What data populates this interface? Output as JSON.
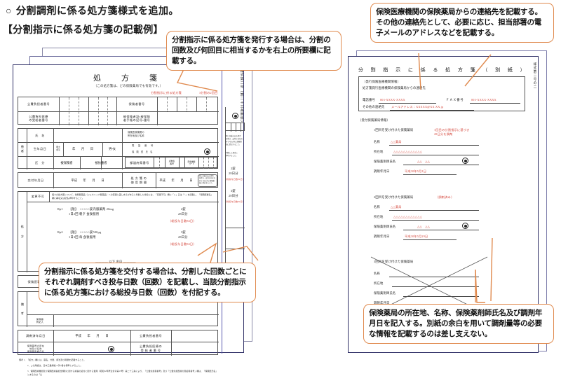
{
  "headings": {
    "line1_bullet": "○",
    "line1": "分割調剤に係る処方箋様式を追加。",
    "line2": "【分割指示に係る処方箋の記載例】"
  },
  "callouts": {
    "top_right": "保険医療機関の保険薬局からの連絡先を記載する。その他の連絡先として、必要に応じ、担当部署の電子メールのアドレスなどを記載する。",
    "top_left": "分割指示に係る処方箋を発行する場合は、分割の回数及び何回目に相当するかを右上の所要欄に記載する。",
    "bottom_left": "分割指示に係る処方箋を交付する場合は、分割した回数ごとにそれぞれ調剤すべき投与日数（回数）を記載し、当該分割指示に係る処方箋における総投与日数（回数）を付記する。",
    "bottom_right": "保険薬局の所在地、名称、保険薬剤師氏名及び調剤年月日を記入する。別紙の余白を用いて調剤量等の必要な情報を記載するのは差し支えない。"
  },
  "prescription": {
    "stack_title": "処　　方",
    "title": "処　方　箋",
    "subtitle": "（この処方箋は、どの保険薬局でも有効です。）",
    "side_label": "様式第二号（第二十三条関係）",
    "top_annotation_1": "分割指示に係る処方箋",
    "top_annotation_2": "3分割の2回目",
    "header_rows": [
      {
        "label": "公費負担者番号",
        "right_label": "保険者番号"
      },
      {
        "label": "公費負担医療\nの受給者番号",
        "right_label": "被保険者証・被保険\n者手帳の記号・番号"
      }
    ],
    "patient": {
      "group_label": "患\n者",
      "name_label": "氏　名",
      "birth_label": "生年月日",
      "birth_era": "明大\n昭平",
      "birth_fields": "年　　月　　日",
      "sex": "男・女",
      "class_label": "区　分",
      "class_a": "被保険者",
      "class_b": "被扶養者"
    },
    "institution": {
      "addr_label": "保険医療機関の\n所在地及び名称",
      "tel_label": "電　話　番　号",
      "doctor_label": "保 険 医 氏 名",
      "pref_label": "都道府県番号",
      "point_label": "点数表\n番号",
      "code_label": "医療機関\nコード"
    },
    "issue": {
      "issue_label": "交付年月日",
      "issue_value": "平成　　年　　月　　日",
      "valid_label": "処 方 箋 の\n使 用 期 間",
      "valid_value": "平成　　年　　月　　日",
      "valid_note": "特に記載のある場合\nを除き、交付の日を含\nめて4日以内に保険薬\n局に提出すること。"
    },
    "change_label": "変更不可",
    "change_note": "個々の処方薬について、後発医薬品（ジェネリック医薬品）への変更に差し支えがあると判断した場合には、「変更不可」欄に「レ」又は「×」を記載し、「保険医署名」欄に署名又は記名・押印すること。",
    "rx_group_label": "処\n\n方",
    "rx_items": [
      {
        "no": "Rp1",
        "tablet_mark": "【般】",
        "drug": "○○○○○錠内服薬剤 20mg",
        "dosing": "1日2回 朝夕 食後服用",
        "qty": "2錠",
        "days": "28日分",
        "total_note": "（総投与日数84日）"
      },
      {
        "no": "Rp2",
        "tablet_mark": "【般】",
        "drug": "○○○○○錠500μg",
        "dosing": "1日3回 毎 食後服用",
        "qty": "3錠",
        "days": "28日分",
        "total_note": "（総投与日数84日）"
      }
    ],
    "blank_marker": "―――― 以下 余白 ――――",
    "signature_label": "保険医署名",
    "signature_note": "「変更不可」欄に「レ」又は「×」を記載した\n場合は、署名又は記名・押印すること。",
    "remarks_label": "備\n\n考",
    "insurance_pharm_label": "保険薬\n局記入",
    "footer": {
      "dispensed_label": "調剤済年月日",
      "dispensed_value": "平成　　年　　月　　日",
      "pharmacy_label": "保険薬局の所在\n地及び名称\n保険薬剤師氏名",
      "public_label_1": "公費負担者番号",
      "public_label_2": "公費負担医療の\n受 給 者 番 号"
    },
    "notes": [
      "備考 1．「処方」欄には、薬名、分量、用法及び用量を記載すること。",
      "2．この用紙は、日本工業規格 A 列5番を標準とすること。",
      "3．保険医療機関及び保険医療養担当規則に関する療養の給付に関する費用（昭和32年厚生省令第15号）第二十三条により、「公費負担者番号」及び「公費負担医療の受給者番号」欄は、「保険医氏名」とあるのは「公"
    ],
    "right_margin": {
      "note_top": "特に記載のある場合\nを除き、交付の日を含\nめて4日以内に保険薬\n局に提出すること。",
      "note_mid": "判断した場合に\n押印すること。",
      "qty1": "2錠",
      "days1": "28日分",
      "total1": "（総投与日数84日）",
      "qty2": "3錠",
      "days2": "28日分",
      "total2": "（総投与日数84日）"
    }
  },
  "attachment": {
    "side_label": "様式第二号の二",
    "title": "分 割 指 示 に 係 る 処 方 箋 （ 別 紙 ）",
    "issuer_box": {
      "heading": "（発行保険医療機関情報）",
      "subheading": "処方箋発行医療機関の保険薬局からの連絡先",
      "tel_label": "電話番号",
      "tel_value": "003-XXXX-XXXX",
      "fax_label": "ＦＡＸ番号",
      "fax_value": "003-XXXX-XXXX",
      "other_label": "その他の連絡先",
      "other_value": "メールアドレス：XXXXX@XX.XX.jp"
    },
    "receiving_heading": "（受付保険薬局情報）",
    "entries": [
      {
        "heading": "1回目を受け付けた保険薬局",
        "annotation": "1回目の分割指示に基づき\n28日分を調剤",
        "name_label": "名称",
        "name_value": "△△薬局",
        "addr_label": "所在地",
        "addr_value": "△△△△△△△△△△△△",
        "pharmacist_label": "保険薬剤師氏名",
        "pharmacist_value": "△△　△△",
        "date_label": "調剤年月日",
        "date_value": "平成30年5月1日",
        "crossed_out": false,
        "has_seal": true
      },
      {
        "heading": "2回目を受け付けた保険薬局",
        "annotation": "（調剤済み）",
        "name_label": "名称",
        "name_value": "△△薬局",
        "addr_label": "所在地",
        "addr_value": "△△△△△△△△△△△△",
        "pharmacist_label": "保険薬剤師氏名",
        "pharmacist_value": "△△　△△",
        "date_label": "調剤年月日",
        "date_value": "平成30年5月29日",
        "crossed_out": false,
        "has_seal": true
      },
      {
        "heading": "3回目を受け付けた保険薬局",
        "annotation": "",
        "name_label": "名称",
        "name_value": "",
        "addr_label": "所在地",
        "addr_value": "",
        "pharmacist_label": "保険薬剤師氏名",
        "pharmacist_value": "",
        "date_label": "調剤年月日",
        "date_value": "",
        "crossed_out": true,
        "has_seal": false
      }
    ]
  },
  "colors": {
    "callout_border": "#e08a4e",
    "sheet_border": "#2f2f66",
    "annotation_red": "#d4453a",
    "rule": "#555555"
  }
}
